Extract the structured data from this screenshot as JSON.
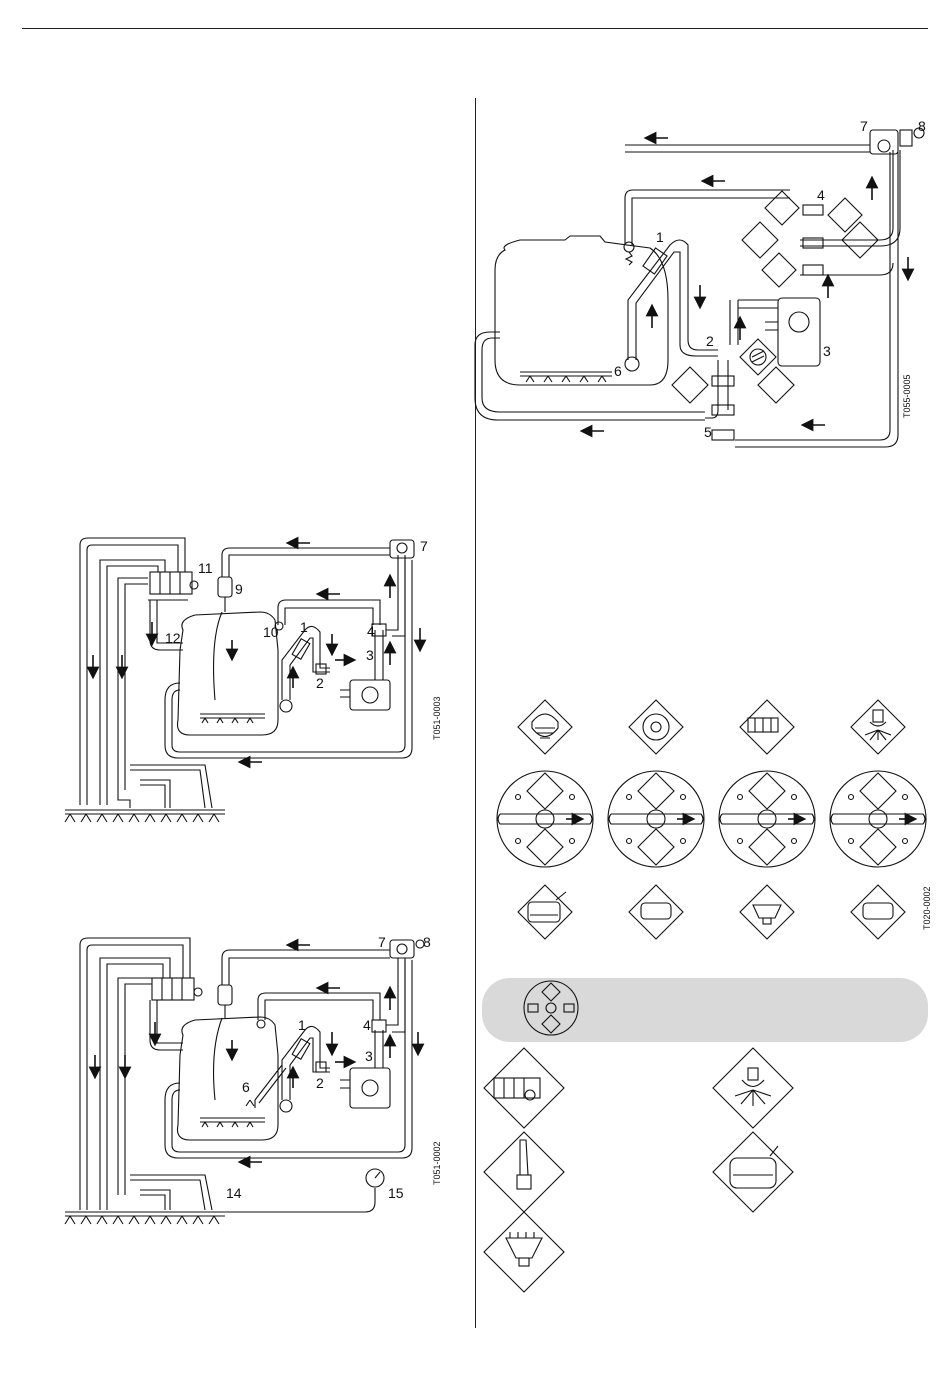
{
  "diagrams": {
    "fig_top_right": {
      "code": "T055-0005",
      "labels": [
        "7",
        "8",
        "4",
        "1",
        "2",
        "3",
        "5",
        "6"
      ]
    },
    "fig_mid_left": {
      "code": "T051-0003",
      "labels": [
        "11",
        "7",
        "9",
        "1",
        "10",
        "4",
        "12",
        "2",
        "3"
      ]
    },
    "fig_bottom_left": {
      "code": "T051-0002",
      "labels": [
        "7",
        "8",
        "4",
        "1",
        "3",
        "2",
        "6",
        "14",
        "15"
      ]
    },
    "fig_valves": {
      "code": "T020-0002"
    }
  },
  "colors": {
    "line": "#111111",
    "panel": "#d9d9d9",
    "background": "#ffffff"
  }
}
